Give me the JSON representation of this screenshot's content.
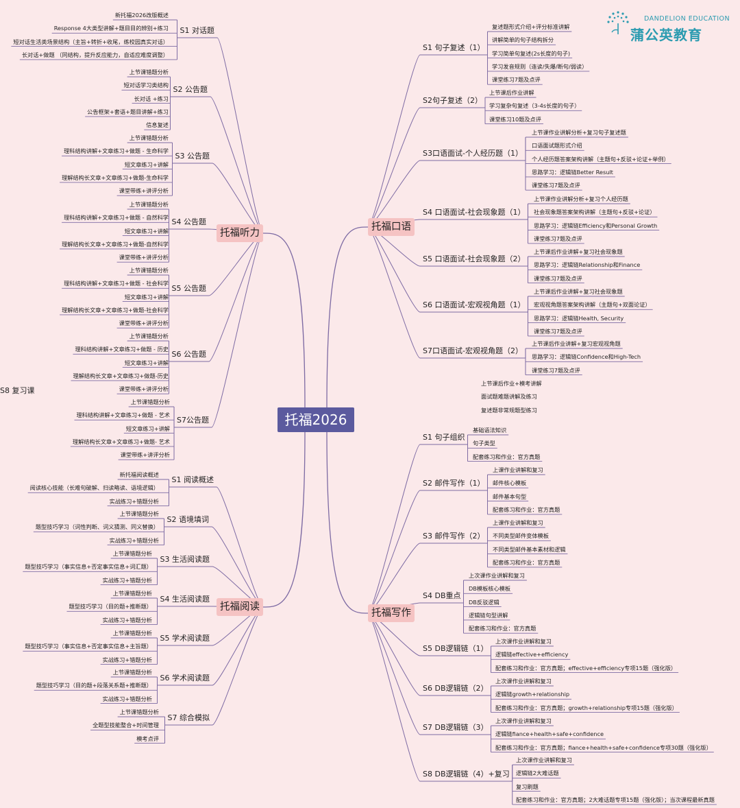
{
  "brand": {
    "name_en": "DANDELION EDUCATION",
    "name_cn": "蒲公英教育",
    "color": "#2b9bb0"
  },
  "colors": {
    "line": "#7d6aa3",
    "root_bg": "#5b5a9e",
    "branch_bg": "#f5c3c3",
    "background": "#fbe9ea"
  },
  "root": "托福2026",
  "branches": [
    {
      "id": "listening",
      "title": "托福听力",
      "side": "left",
      "subs": [
        {
          "label": "S1 对话题",
          "leaves": [
            "新托福2026改版概述",
            "Response 4大类型讲解+题目目的辨别+练习",
            "短对话生活类场景结构（主旨+转折+收尾，练校园真实对话）",
            "长对话+做题 （同结构，提升反应能力，自适应难度调整）"
          ]
        },
        {
          "label": "S2 公告题",
          "leaves": [
            "上节课错题分析",
            "短对话学习类结构",
            "长对话 +练习",
            "公告框架+套语+题目讲解+练习",
            "信息复述"
          ]
        },
        {
          "label": "S3 公告题",
          "leaves": [
            "上节课错题分析",
            "理科结构讲解+文章练习+做题 - 生命科学",
            "短文章练习+讲解",
            "理解结构长文章+文章练习+做题-生命科学",
            "课堂带练+讲评分析"
          ]
        },
        {
          "label": "S4 公告题",
          "leaves": [
            "上节课错题分析",
            "理科结构讲解+文章练习+做题 - 自然科学",
            "短文章练习+讲解",
            "理解结构长文章+文章练习+做题-自然科学",
            "课堂带练+讲评分析"
          ]
        },
        {
          "label": "S5 公告题",
          "leaves": [
            "上节课错题分析",
            "理科结构讲解+文章练习+做题 - 社会科学",
            "短文章练习+讲解",
            "理解结构长文章+文章练习+做题-社会科学",
            "课堂带练+讲评分析"
          ]
        },
        {
          "label": "S6 公告题",
          "leaves": [
            "上节课错题分析",
            "理科结构讲解+文章练习+做题 - 历史",
            "短文章练习+讲解",
            "理解结构长文章+文章练习+做题-历史",
            "课堂带练+讲评分析"
          ]
        },
        {
          "label": "S7公告题",
          "leaves": [
            "上节课错题分析",
            "理科结构讲解+文章练习+做题 - 艺术",
            "短文章练习+讲解",
            "理解结构长文章+文章练习+做题- 艺术",
            "课堂带练+讲评分析"
          ]
        }
      ]
    },
    {
      "id": "reading",
      "title": "托福阅读",
      "side": "left",
      "subs": [
        {
          "label": "S1 阅读概述",
          "leaves": [
            "新托福阅读概述",
            "阅读核心技能（长难句破解、扫读略读、语境逻辑）",
            "实战练习+错题分析"
          ]
        },
        {
          "label": "S2 语境填词",
          "leaves": [
            "上节课错题分析",
            "题型技巧学习（词性判断、词义猜测、同义替换）",
            "实战练习+错题分析"
          ]
        },
        {
          "label": "S3 生活阅读题",
          "leaves": [
            "上节课错题分析",
            "题型技巧学习（事实信息+否定事实信息+词汇题）",
            "实战练习+错题分析"
          ]
        },
        {
          "label": "S4 生活阅读题",
          "leaves": [
            "上节课错题分析",
            "题型技巧学习（目的题+推断题）",
            "实战练习+错题分析"
          ]
        },
        {
          "label": "S5 学术阅读题",
          "leaves": [
            "上节课错题分析",
            "题型技巧学习（事实信息+否定事实信息+主旨题）",
            "实战练习+错题分析"
          ]
        },
        {
          "label": "S6 学术阅读题",
          "leaves": [
            "上节课错题分析",
            "题型技巧学习（目的题+段落关系题+推断题）",
            "实战练习+错题分析"
          ]
        },
        {
          "label": "S7 综合模拟",
          "leaves": [
            "上节课错题分析",
            "全题型技能整合+时间管理",
            "模考点评"
          ]
        }
      ]
    },
    {
      "id": "speaking",
      "title": "托福口语",
      "side": "right",
      "subs": [
        {
          "label": "S1 句子复述（1）",
          "leaves": [
            "复述题形式介绍+评分标准讲解",
            "讲解简单的句子结构拆分",
            "学习简单句复述(2s长度的句子)",
            "学习发音规则（连读/失爆/断句/弱读）",
            "课堂练习7题及点评"
          ]
        },
        {
          "label": "S2句子复述（2）",
          "leaves": [
            "上节课后作业讲解",
            "学习复杂句复述（3-4s长度的句子）",
            "课堂练习10题及点评"
          ]
        },
        {
          "label": "S3口语面试-个人经历题（1）",
          "leaves": [
            "上节课作业讲解分析+复习句子复述题",
            "口语面试题形式介绍",
            "个人经历题答案架构讲解（主题句+反驳+论证+举例）",
            "思路学习：逻辑链Better Result",
            "课堂练习7题及点评"
          ]
        },
        {
          "label": "S4 口语面试-社会现象题（1）",
          "leaves": [
            "上节课作业讲解分析+复习个人经历题",
            "社会现象题答案架构讲解（主题句+反驳+论证）",
            "思路学习：逻辑链Efficiency和Personal Growth",
            "课堂练习7题及点评"
          ]
        },
        {
          "label": "S5 口语面试-社会现象题（2）",
          "leaves": [
            "上节课后作业讲解+复习社会现象题",
            "思路学习：逻辑链Relationship和Finance",
            "课堂练习7题及点评"
          ]
        },
        {
          "label": "S6 口语面试-宏观视角题（1）",
          "leaves": [
            "上节课后作业讲解+复习社会现象题",
            "宏观视角题答案架构讲解（主题句+双面论证）",
            "思路学习：逻辑链Health, Security",
            "课堂练习7题及点评"
          ]
        },
        {
          "label": "S7口语面试-宏观视角题（2）",
          "leaves": [
            "上节课后作业讲解+复习宏观视角题",
            "思路学习：逻辑链Confidence和High-Tech",
            "课堂练习7题及点评"
          ]
        },
        {
          "label": "S8 复习课",
          "leaves": [
            "上节课后作业+模考讲解",
            "面试题难题讲解及练习",
            "复述题非常规题型练习"
          ]
        }
      ]
    },
    {
      "id": "writing",
      "title": "托福写作",
      "side": "right",
      "subs": [
        {
          "label": "S1 句子组织",
          "leaves": [
            "基础语法知识",
            "句子类型",
            "配套练习和作业：官方真题"
          ]
        },
        {
          "label": "S2 邮件写作（1）",
          "leaves": [
            "上课作业讲解和复习",
            "邮件核心模板",
            "邮件基本句型",
            "配套练习和作业：官方真题"
          ]
        },
        {
          "label": "S3 邮件写作（2）",
          "leaves": [
            "上课作业讲解和复习",
            "不同类型邮件变体模板",
            "不同类型邮件基本素材和逻辑",
            "配套练习和作业：官方真题"
          ]
        },
        {
          "label": "S4 DB重点",
          "leaves": [
            "上次课作业讲解和复习",
            "DB模板核心模板",
            "DB反驳逻辑",
            "逻辑链句型讲解",
            "配套练习和作业：官方真题"
          ]
        },
        {
          "label": "S5 DB逻辑链（1）",
          "leaves": [
            "上次课作业讲解和复习",
            "逻辑链effective+efficiency",
            "配套练习和作业：官方真题；effective+efficiency专项15题（强化版）"
          ]
        },
        {
          "label": "S6 DB逻辑链（2）",
          "leaves": [
            "上次课作业讲解和复习",
            "逻辑链growth+relationship",
            "配套练习和作业：官方真题；growth+relationship专项15题（强化版）"
          ]
        },
        {
          "label": "S7 DB逻辑链（3）",
          "leaves": [
            "上次课作业讲解和复习",
            "逻辑链fiance+health+safe+confidence",
            "配套练习和作业：官方真题；fiance+health+safe+confidence专项30题（强化版）"
          ]
        },
        {
          "label": "S8 DB逻辑链（4）+复习",
          "leaves": [
            "上次课作业讲解和复习",
            "逻辑链2大难话题",
            "复习刷题",
            "配套练习和作业：官方真题；2大难话题专项15题（强化版）；当次课程最新真题"
          ]
        }
      ]
    }
  ]
}
